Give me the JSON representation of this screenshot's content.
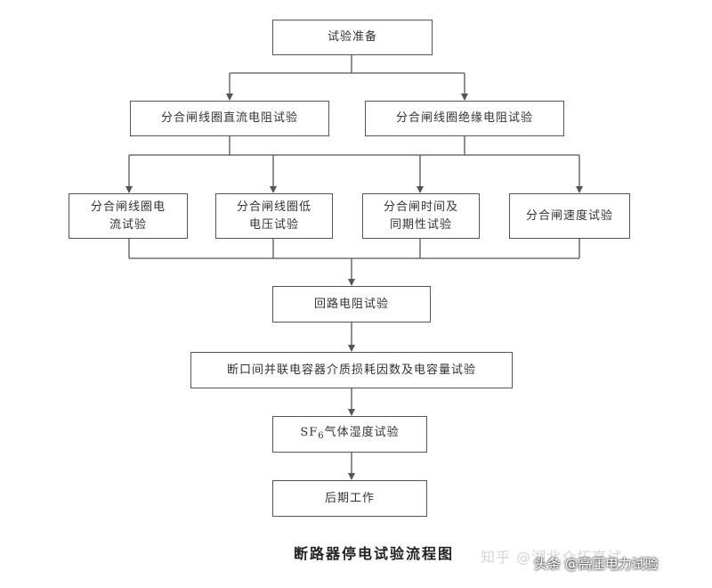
{
  "steps": {
    "prep": "试验准备",
    "dc_resistance": "分合闸线圈直流电阻试验",
    "insulation_resistance": "分合闸线圈绝缘电阻试验",
    "coil_current_l1": "分合闸线圈电",
    "coil_current_l2": "流试验",
    "low_voltage_l1": "分合闸线圈低",
    "low_voltage_l2": "电压试验",
    "timing_l1": "分合闸时间及",
    "timing_l2": "同期性试验",
    "speed": "分合闸速度试验",
    "loop_resistance": "回路电阻试验",
    "capacitor": "断口间并联电容器介质损耗因数及电容量试验",
    "sf6_prefix": "SF",
    "sf6_sub": "6",
    "sf6_suffix": "气体湿度试验",
    "post_work": "后期工作"
  },
  "caption": "断路器停电试验流程图",
  "watermarks": {
    "faint": "知乎 @湖北众拓高试",
    "main": "头条 @高压电力试验"
  }
}
